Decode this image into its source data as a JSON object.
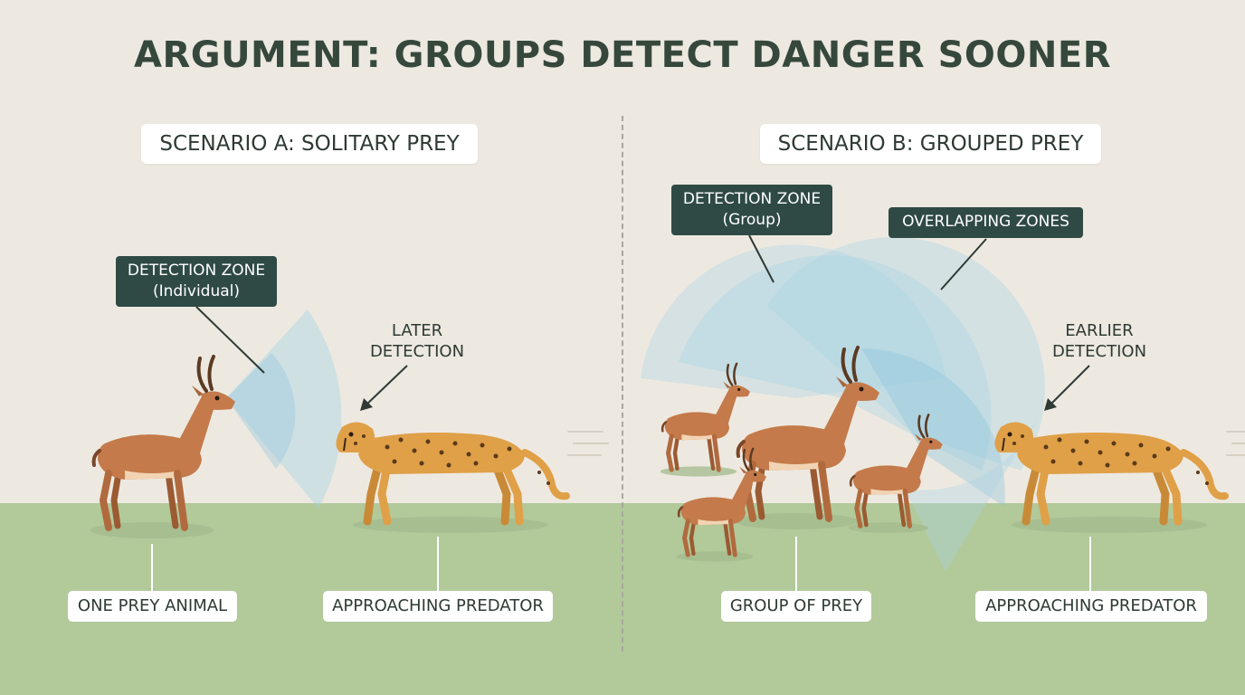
{
  "title": "ARGUMENT: GROUPS DETECT DANGER SOONER",
  "scenario_a": {
    "header": "SCENARIO A: SOLITARY PREY",
    "zone_label_line1": "DETECTION ZONE",
    "zone_label_line2": "(Individual)",
    "detection_line1": "LATER",
    "detection_line2": "DETECTION",
    "prey_caption": "ONE PREY ANIMAL",
    "predator_caption": "APPROACHING PREDATOR"
  },
  "scenario_b": {
    "header": "SCENARIO B: GROUPED PREY",
    "zone_label_line1": "DETECTION ZONE",
    "zone_label_line2": "(Group)",
    "overlap_label": "OVERLAPPING ZONES",
    "detection_line1": "EARLIER",
    "detection_line2": "DETECTION",
    "prey_caption": "GROUP OF PREY",
    "predator_caption": "APPROACHING PREDATOR"
  },
  "colors": {
    "background": "#ede9e1",
    "ground": "#b2c99a",
    "label_dark": "#2f4a45",
    "title_text": "#36483c",
    "detection_zone": "#a8d4e6",
    "prey_body": "#c47a4a",
    "predator_body": "#e0a048"
  },
  "icons": [
    "gazelle-icon",
    "cheetah-icon",
    "detection-zone-arc"
  ]
}
